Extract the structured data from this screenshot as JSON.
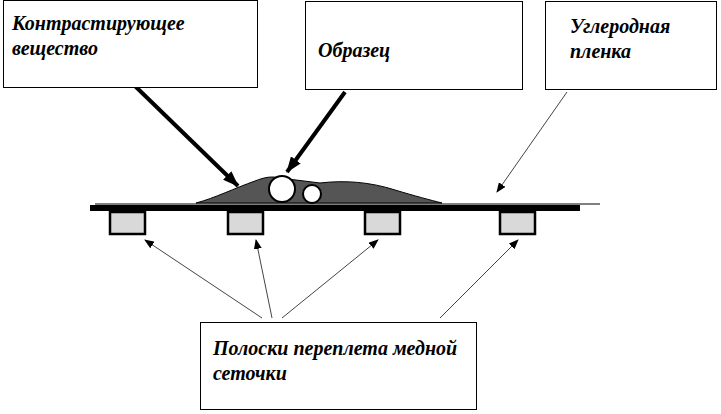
{
  "diagram": {
    "nodes": [
      {
        "text": [
          "Контрастирующее вещество"
        ]
      },
      {
        "text": [
          "Образец"
        ]
      },
      {
        "text": [
          "Углеродная пленка"
        ]
      },
      {
        "text": [
          "Полоски переплета медной сеточки"
        ]
      }
    ]
  }
}
